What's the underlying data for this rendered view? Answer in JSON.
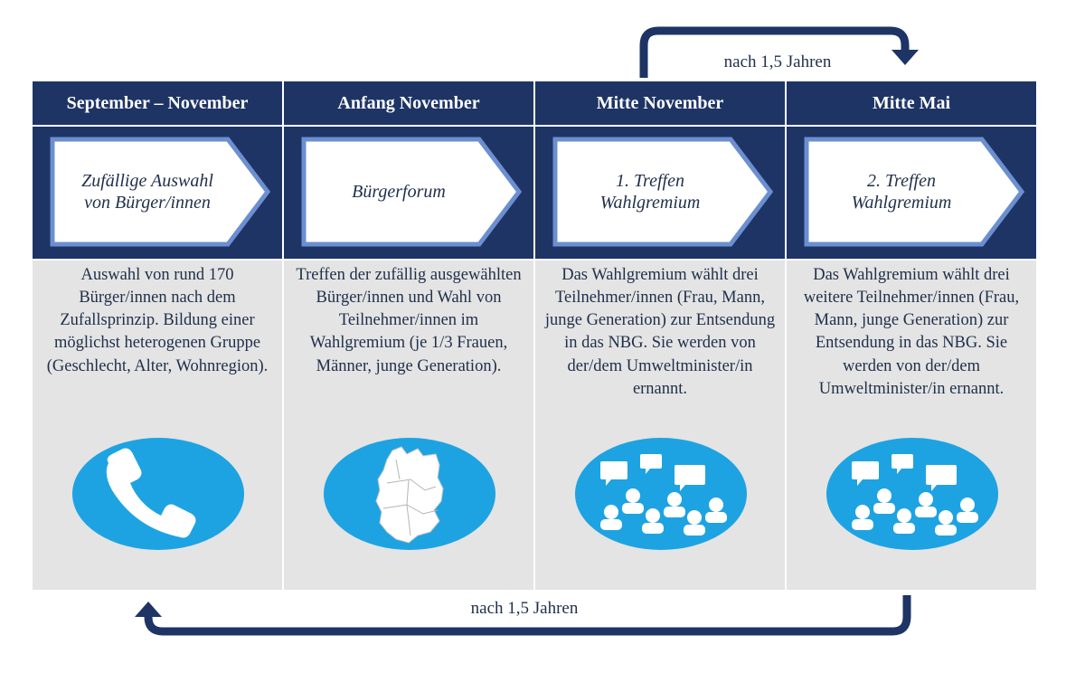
{
  "loop_top": {
    "label": "nach 1,5 Jahren"
  },
  "loop_bottom": {
    "label": "nach 1,5 Jahren"
  },
  "columns": [
    {
      "header": "September – November",
      "step_line1": "Zufällige Auswahl",
      "step_line2": "von Bürger/innen",
      "description": "Auswahl von rund 170 Bürger/innen nach dem Zufallsprinzip. Bildung einer möglichst heterogenen Gruppe (Geschlecht, Alter, Wohnregion).",
      "icon": "phone-icon"
    },
    {
      "header": "Anfang November",
      "step_line1": "Bürgerforum",
      "step_line2": "",
      "description": "Treffen der zufällig ausgewählten Bürger/innen und Wahl von Teilnehmer/innen im Wahlgremium (je 1/3 Frauen, Männer, junge Generation).",
      "icon": "germany-map-icon"
    },
    {
      "header": "Mitte November",
      "step_line1": "1. Treffen",
      "step_line2": "Wahlgremium",
      "description": "Das Wahlgremium wählt drei Teilnehmer/innen (Frau, Mann, junge Generation) zur Entsendung in das NBG. Sie werden von der/dem Umweltminister/in ernannt.",
      "icon": "group-discussion-icon"
    },
    {
      "header": "Mitte Mai",
      "step_line1": "2. Treffen",
      "step_line2": "Wahlgremium",
      "description": "Das Wahlgremium wählt drei weitere Teilnehmer/innen (Frau, Mann, junge Generation) zur Entsendung in das NBG. Sie werden von der/dem Umweltminister/in ernannt.",
      "icon": "group-discussion-icon"
    }
  ],
  "colors": {
    "navy": "#1e3465",
    "arrow_blue": "#6b8fd0",
    "panel_gray": "#e4e4e4",
    "icon_blue": "#1ea3e2",
    "text": "#1f2f4a"
  }
}
